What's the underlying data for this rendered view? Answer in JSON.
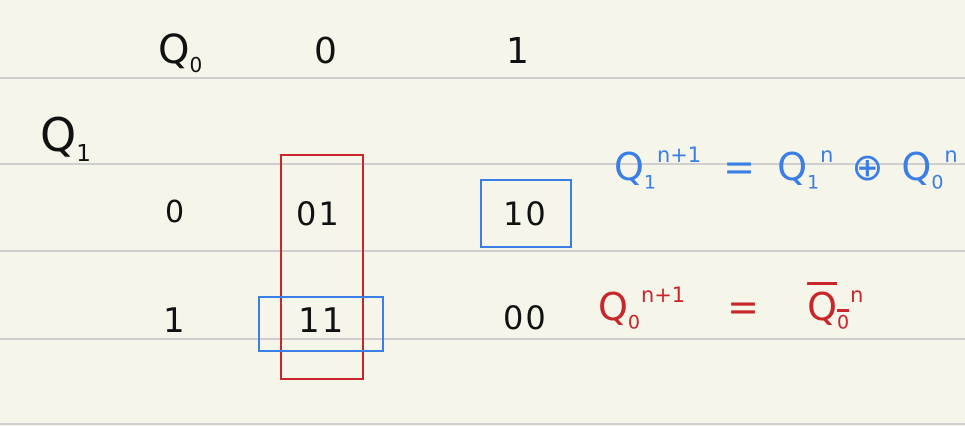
{
  "colors": {
    "background": "#f5f5ea",
    "rule": "#cfcfcf",
    "ink": "#111111",
    "blue": "#3a7ee6",
    "red": "#c8262b"
  },
  "table": {
    "col_var": "Q",
    "col_var_sub": "0",
    "row_var": "Q",
    "row_var_sub": "1",
    "col_headers": [
      "0",
      "1"
    ],
    "row_headers": [
      "0",
      "1"
    ],
    "cells": [
      [
        "01",
        "10"
      ],
      [
        "11",
        "00"
      ]
    ]
  },
  "equations": {
    "blue": {
      "lhs": "Q",
      "lhs_sub": "1",
      "lhs_sup": "n+1",
      "eq": "=",
      "t1": "Q",
      "t1_sub": "1",
      "t1_sup": "n",
      "op": "⊕",
      "t2": "Q",
      "t2_sub": "0",
      "t2_sup": "n"
    },
    "red": {
      "lhs": "Q",
      "lhs_sub": "0",
      "lhs_sup": "n+1",
      "eq": "=",
      "rhs": "Q",
      "rhs_sub": "0",
      "rhs_sup": "n"
    }
  }
}
